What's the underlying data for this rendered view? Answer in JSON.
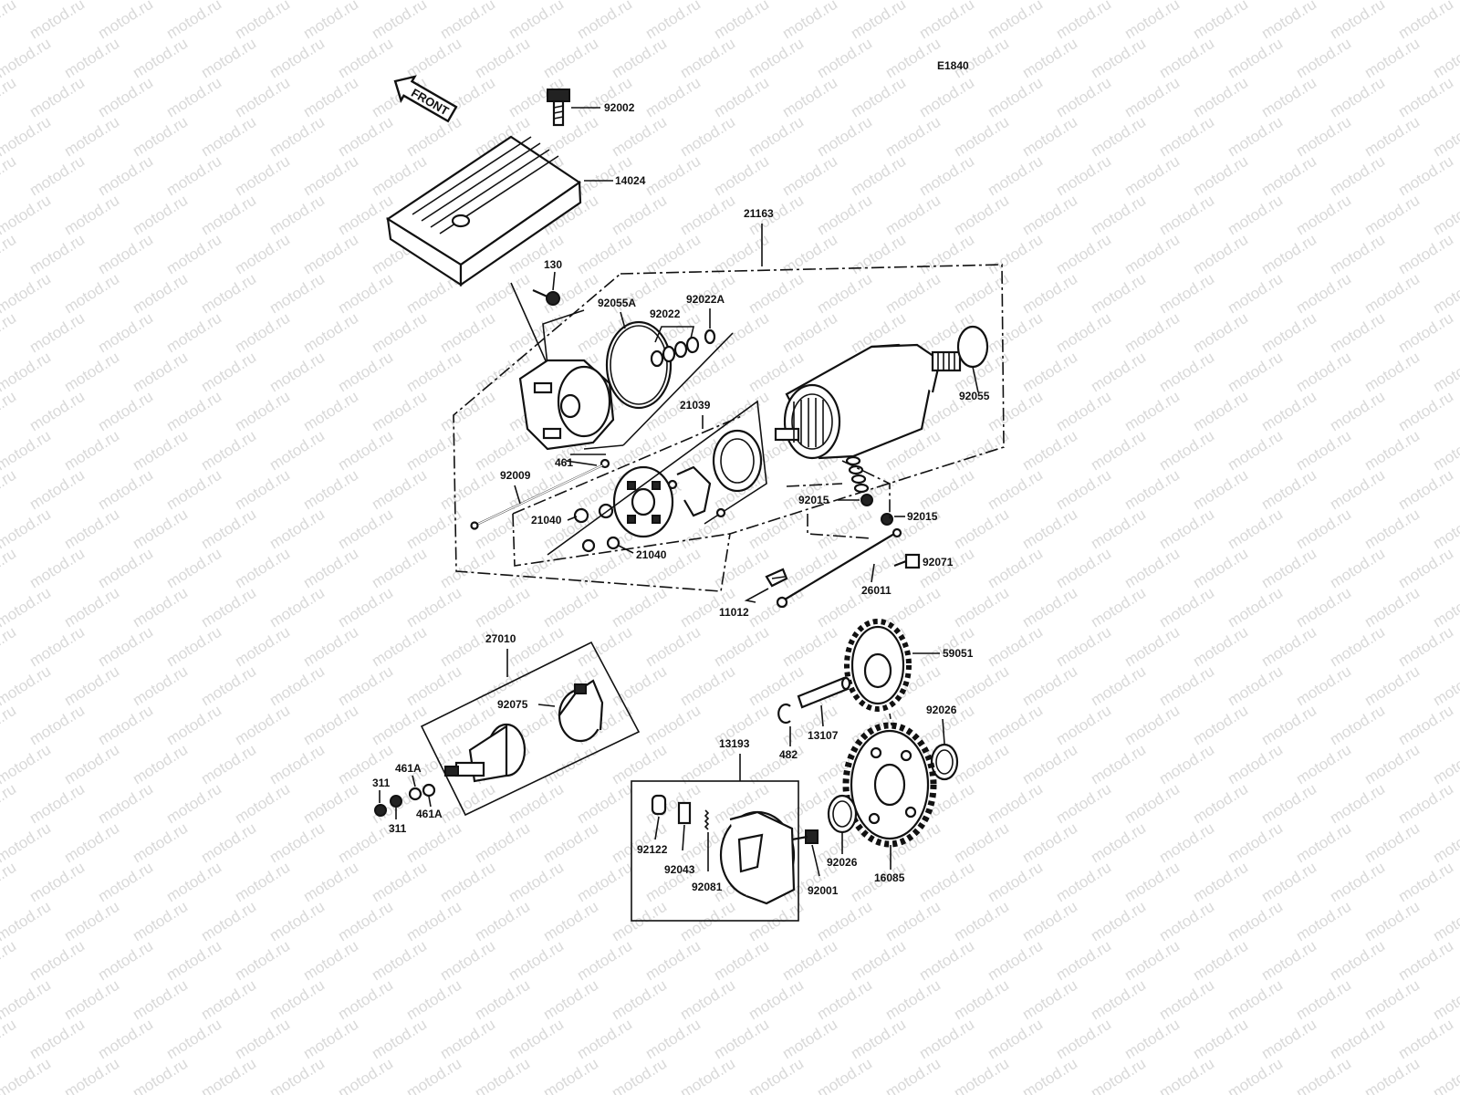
{
  "diagram_code": "E1840",
  "front_label": "FRONT",
  "watermark": "motod.ru",
  "parts": {
    "p92002": "92002",
    "p14024": "14024",
    "p21163": "21163",
    "p130": "130",
    "p92055A": "92055A",
    "p92022": "92022",
    "p92022A": "92022A",
    "p92055": "92055",
    "p21039": "21039",
    "p461": "461",
    "p92009": "92009",
    "p21040a": "21040",
    "p21040b": "21040",
    "p92015a": "92015",
    "p92015b": "92015",
    "p92071": "92071",
    "p26011": "26011",
    "p11012": "11012",
    "p27010": "27010",
    "p92075": "92075",
    "p461A1": "461A",
    "p461A2": "461A",
    "p311a": "311",
    "p311b": "311",
    "p59051": "59051",
    "p13107": "13107",
    "p482": "482",
    "p92026a": "92026",
    "p92026b": "92026",
    "p13193": "13193",
    "p92122": "92122",
    "p92043": "92043",
    "p92081": "92081",
    "p92001": "92001",
    "p16085": "16085"
  }
}
